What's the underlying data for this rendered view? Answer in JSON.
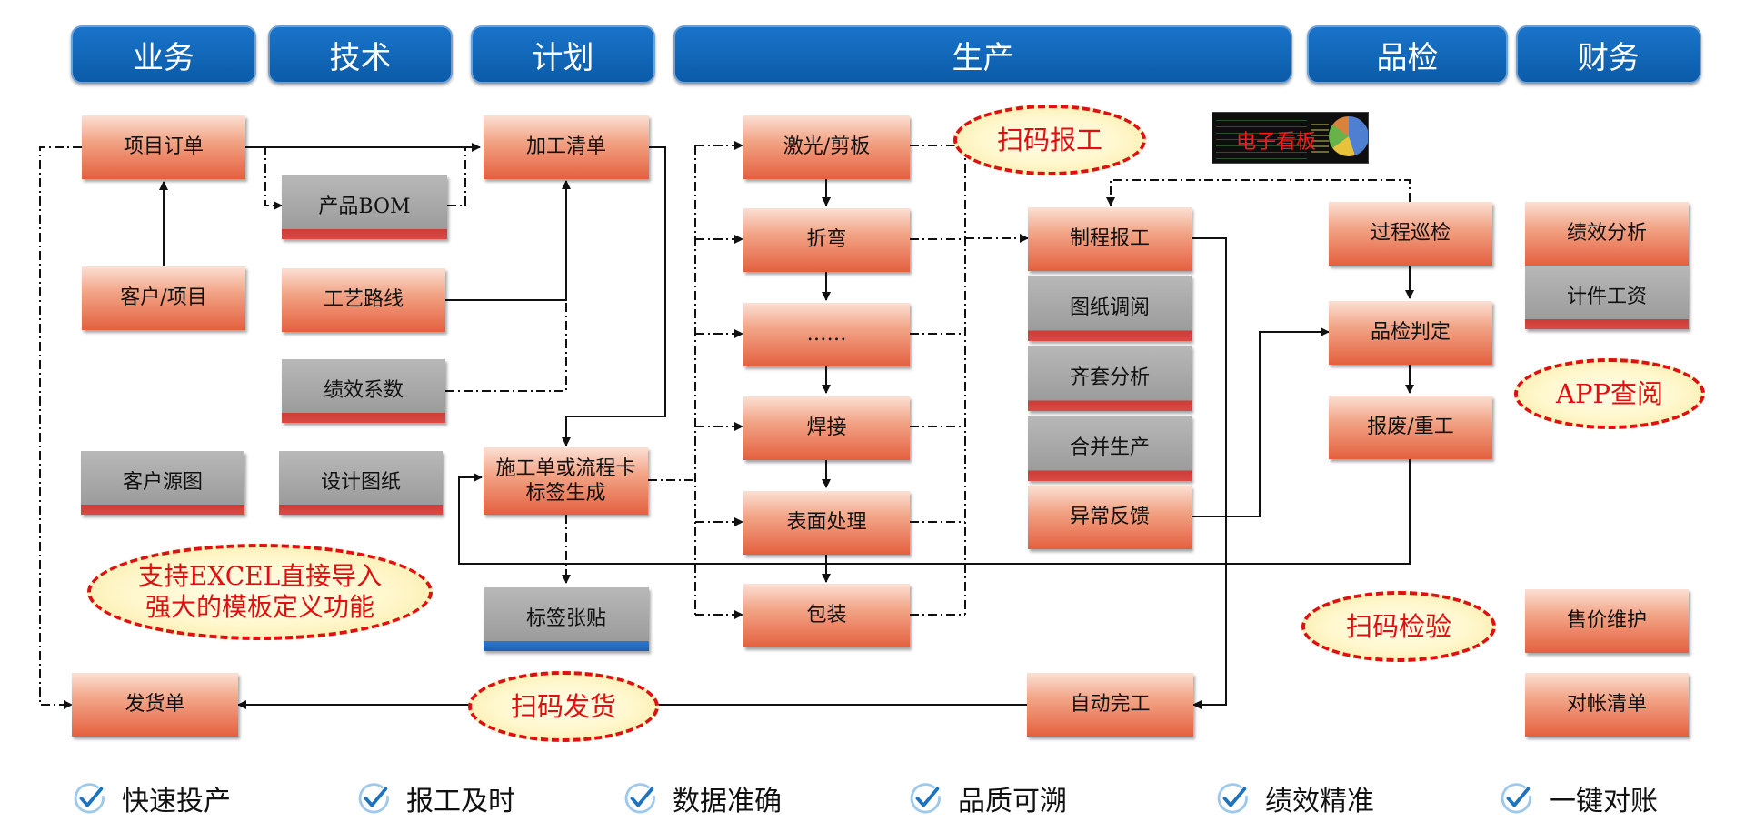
{
  "headers": [
    "业务",
    "技术",
    "计划",
    "生产",
    "品检",
    "财务"
  ],
  "boxes": {
    "project_order": "项目订单",
    "customer_project": "客户/项目",
    "customer_drawing": "客户源图",
    "product_bom": "产品BOM",
    "process_route": "工艺路线",
    "perf_coefficient": "绩效系数",
    "design_drawing": "设计图纸",
    "processing_list": "加工清单",
    "work_order": "施工单或流程卡\n标签生成",
    "label_paste": "标签张贴",
    "laser_shear": "激光/剪板",
    "bending": "折弯",
    "ellipsis": "……",
    "welding": "焊接",
    "surface_treatment": "表面处理",
    "packaging": "包装",
    "process_report": "制程报工",
    "drawing_review": "图纸调阅",
    "kit_analysis": "齐套分析",
    "merge_production": "合并生产",
    "exception_feedback": "异常反馈",
    "auto_complete": "自动完工",
    "patrol_inspection": "过程巡检",
    "quality_judgment": "品检判定",
    "scrap_rework": "报废/重工",
    "perf_analysis": "绩效分析",
    "piece_wage": "计件工资",
    "price_maintenance": "售价维护",
    "reconciliation": "对帐清单",
    "delivery_note": "发货单"
  },
  "callouts": {
    "scan_report": "扫码报工",
    "excel_import": "支持EXCEL直接导入\n强大的模板定义功能",
    "scan_delivery": "扫码发货",
    "app_view": "APP查阅",
    "scan_inspect": "扫码检验"
  },
  "dashboard_label": "电子看板",
  "features": [
    "快速投产",
    "报工及时",
    "数据准确",
    "品质可溯",
    "绩效精准",
    "一键对账"
  ],
  "colors": {
    "header_blue": "#0b5ba8",
    "box_orange": "#e4603f",
    "box_gray": "#9c9c9c",
    "callout_red": "#e01010",
    "check_blue": "#1e73be"
  }
}
